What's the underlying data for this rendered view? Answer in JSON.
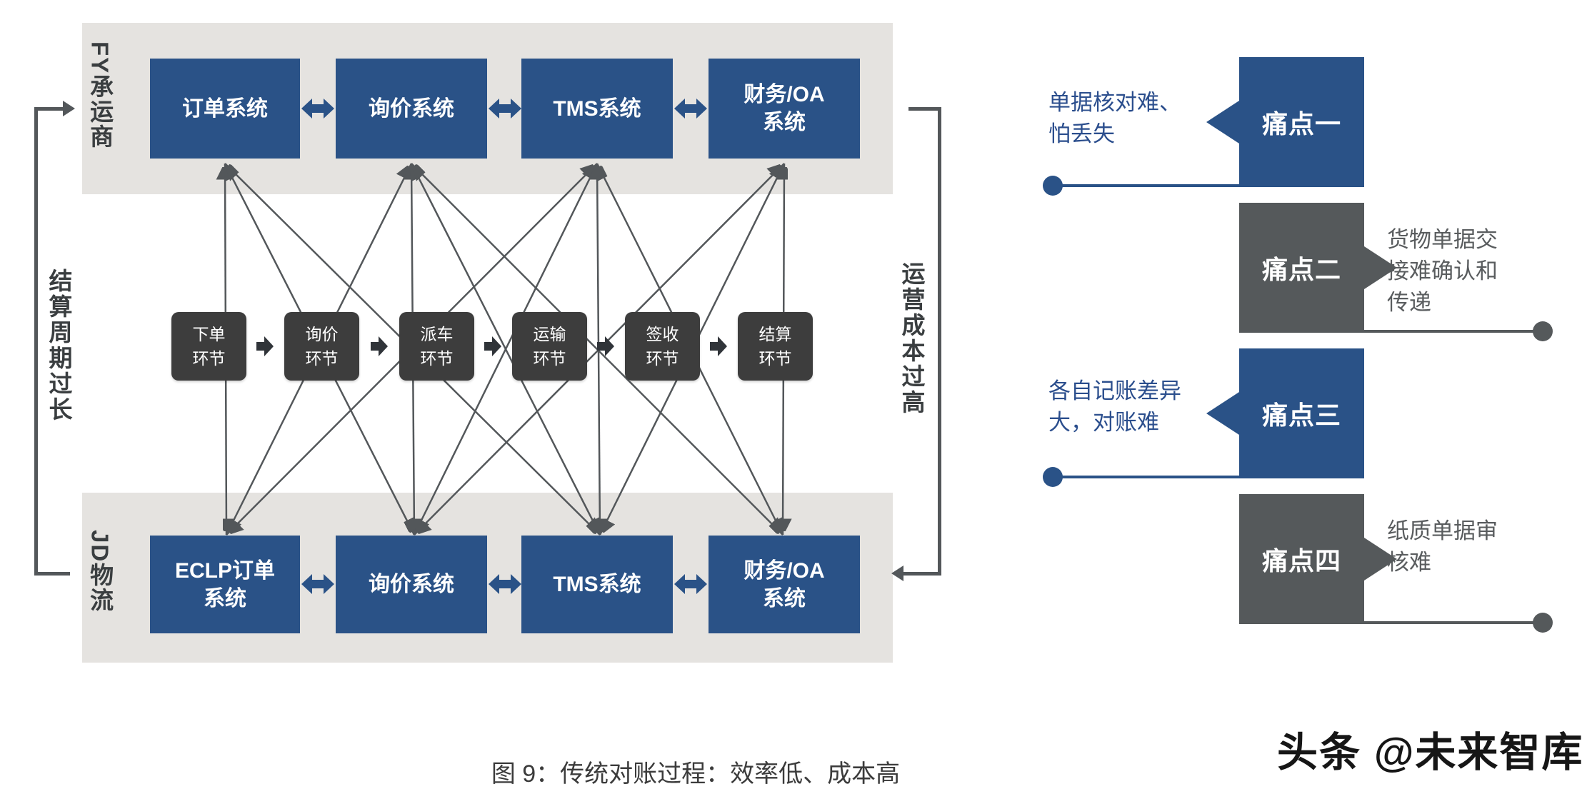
{
  "colors": {
    "blue": "#2A5287",
    "band": "#E5E3E0",
    "step": "#3D3D3D",
    "pain-gray": "#55595B",
    "line": "#53575A",
    "ink": "#3A3E40",
    "blue-text": "#2B4E8D",
    "gray-text": "#595C5E",
    "caption-ink": "#3B3B3B",
    "watermark-ink": "#161616"
  },
  "side_labels": {
    "left": "结算周期过长",
    "right": "运营成本过高"
  },
  "lanes": {
    "top": {
      "label": "FY承运商",
      "systems": [
        "订单系统",
        "询价系统",
        "TMS系统",
        "财务/OA\n系统"
      ]
    },
    "bottom": {
      "label": "JD物流",
      "systems": [
        "ECLP订单\n系统",
        "询价系统",
        "TMS系统",
        "财务/OA\n系统"
      ]
    }
  },
  "process_steps": [
    "下单\n环节",
    "询价\n环节",
    "派车\n环节",
    "运输\n环节",
    "签收\n环节",
    "结算\n环节"
  ],
  "pain_points": [
    {
      "label": "痛点一",
      "desc": "单据核对难、\n怕丢失",
      "color": "blue",
      "desc_side": "left"
    },
    {
      "label": "痛点二",
      "desc": "货物单据交\n接难确认和\n传递",
      "color": "gray",
      "desc_side": "right"
    },
    {
      "label": "痛点三",
      "desc": "各自记账差异\n大，对账难",
      "color": "blue",
      "desc_side": "left"
    },
    {
      "label": "痛点四",
      "desc": "纸质单据审\n核难",
      "color": "gray",
      "desc_side": "right"
    }
  ],
  "connections": {
    "edges": [
      [
        1,
        1
      ],
      [
        1,
        2
      ],
      [
        1,
        3
      ],
      [
        2,
        1
      ],
      [
        2,
        2
      ],
      [
        2,
        3
      ],
      [
        2,
        4
      ],
      [
        3,
        1
      ],
      [
        3,
        2
      ],
      [
        3,
        3
      ],
      [
        3,
        4
      ],
      [
        4,
        2
      ],
      [
        4,
        3
      ],
      [
        4,
        4
      ]
    ]
  },
  "caption": "图 9：传统对账过程：效率低、成本高",
  "watermark": "头条 @未来智库"
}
